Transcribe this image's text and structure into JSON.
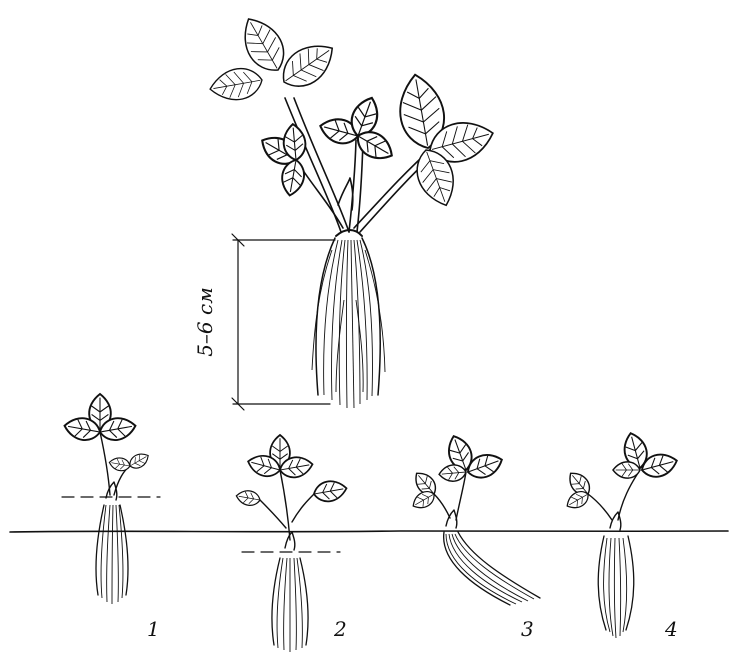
{
  "measure": {
    "label": "5–6 см"
  },
  "variants": [
    {
      "number": "1"
    },
    {
      "number": "2"
    },
    {
      "number": "3"
    },
    {
      "number": "4"
    }
  ]
}
